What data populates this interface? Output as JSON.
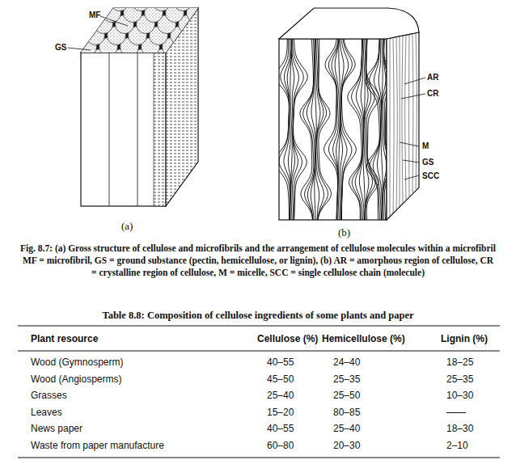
{
  "diagram": {
    "caption": "Fig. 8.7: (a) Gross structure of cellulose and microfibrils and the arrangement of cellulose molecules within a microfibril MF = microfibril, GS = ground substance (pectin, hemicellulose, or lignin), (b) AR = amorphous region of cellulose, CR = crystalline region of cellulose, M = micelle, SCC = single cellulose chain (molecule)",
    "labels": [
      "MF",
      "GS",
      "(a)",
      "AR",
      "CR",
      "M",
      "GS",
      "SCC",
      "(b)",
      "Table 8.8: Composition of cellulose ingredients of some plants and paper",
      "Plant resource",
      "Cellulose (%)",
      "Hemicellulose (%)",
      "Lignin (%)",
      "Wood (Gymnosperm)",
      "40–55",
      "24–40",
      "18–25",
      "Wood (Angiosperms)",
      "45–50",
      "25–35",
      "25–35",
      "Grasses",
      "25–40",
      "25–50",
      "10–30",
      "Leaves",
      "15–20",
      "80–85",
      "——",
      "News paper",
      "40–55",
      "25–40",
      "18–30",
      "Waste from paper manufacture",
      "60–80",
      "20–30",
      "2–10"
    ]
  }
}
